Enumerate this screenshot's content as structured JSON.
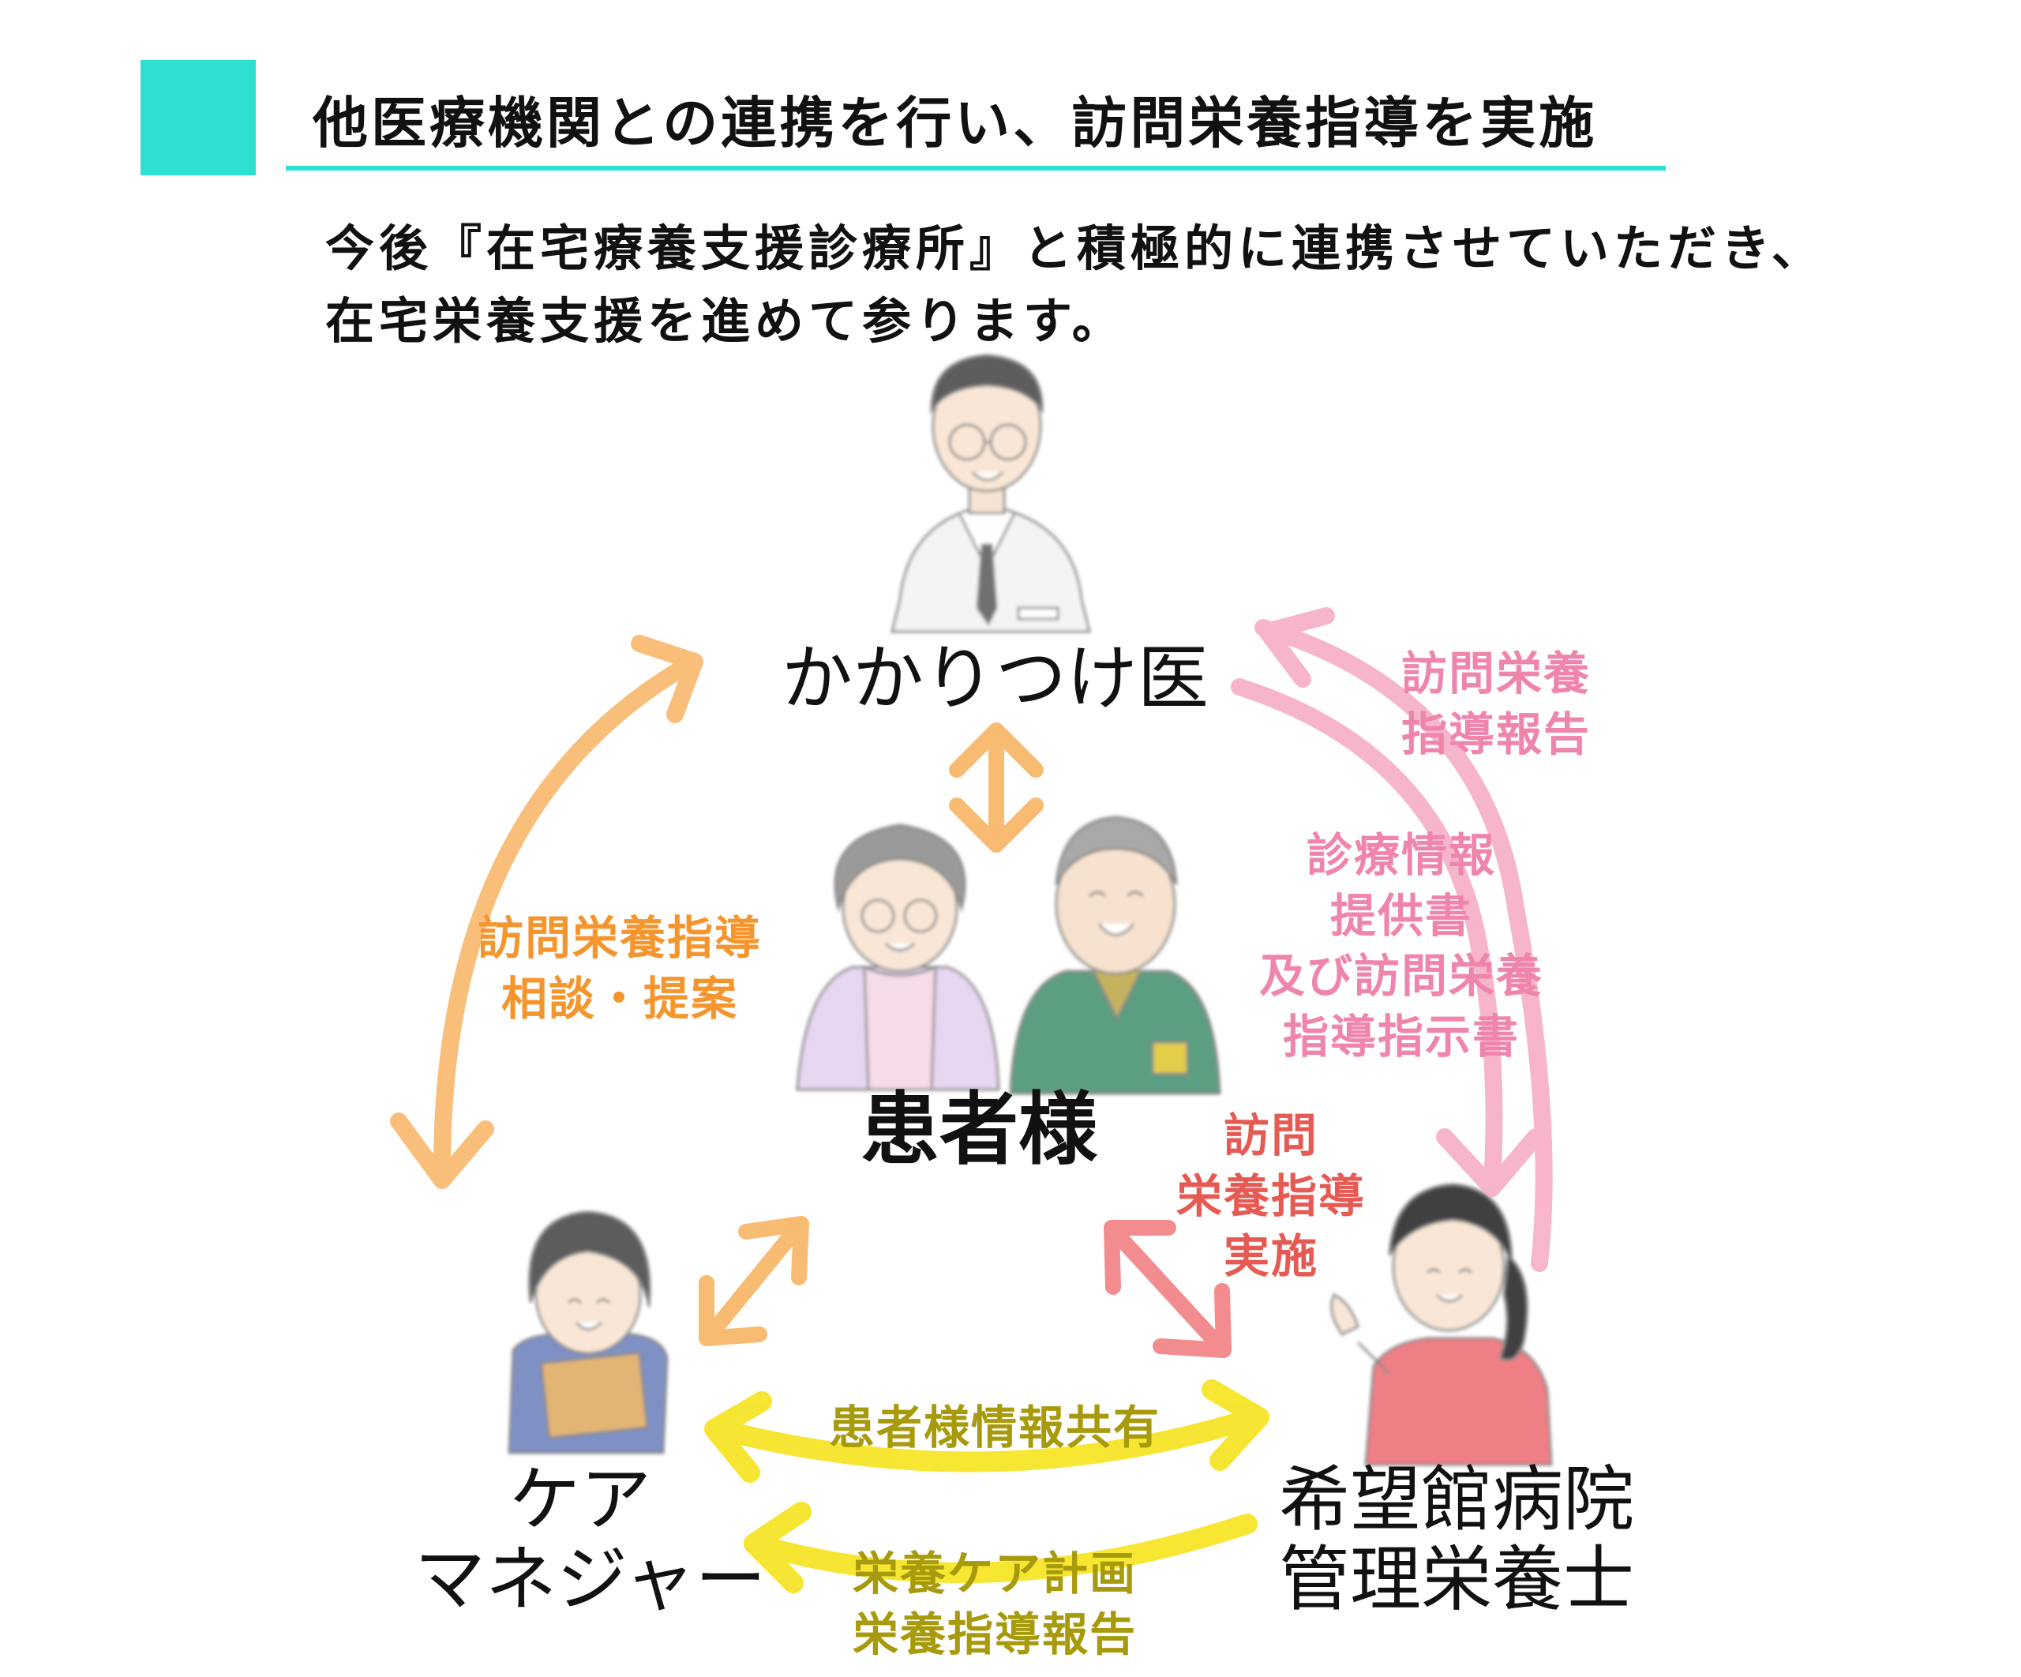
{
  "heading": {
    "title": "他医療機関との連携を行い、訪問栄養指導を実施",
    "accent_color": "#2ee0cf"
  },
  "intro": {
    "line1": "今後『在宅療養支援診療所』と積極的に連携させていただき、",
    "line2": "在宅栄養支援を進めて参ります。"
  },
  "nodes": {
    "doctor": "かかりつけ医",
    "patient": "患者様",
    "care_manager_line1": "ケア",
    "care_manager_line2": "マネジャー",
    "dietitian_line1": "希望館病院",
    "dietitian_line2": "管理栄養士"
  },
  "labels": {
    "left_line1": "訪問栄養指導",
    "left_line2": "相談・提案",
    "report_line1": "訪問栄養",
    "report_line2": "指導報告",
    "instruct_line1": "診療情報",
    "instruct_line2": "提供書",
    "instruct_line3": "及び訪問栄養",
    "instruct_line4": "指導指示書",
    "visit_line1": "訪問",
    "visit_line2": "栄養指導",
    "visit_line3": "実施",
    "share": "患者様情報共有",
    "plan_line1": "栄養ケア計画",
    "plan_line2": "栄養指導報告"
  },
  "colors": {
    "orange": "#f4952e",
    "pink": "#ef84ad",
    "red": "#e65a54",
    "yellow": "#f6e31c",
    "olive": "#a79a0c"
  },
  "icons": [
    "doctor-illustration",
    "elderly-couple-illustration",
    "care-manager-illustration",
    "dietitian-illustration"
  ]
}
